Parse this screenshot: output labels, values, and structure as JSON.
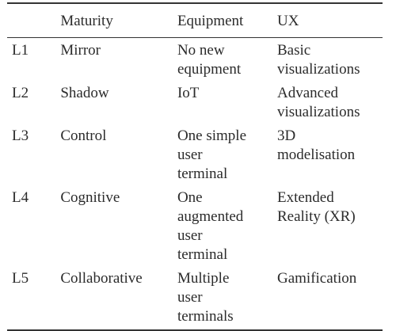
{
  "table": {
    "headers": {
      "level": "",
      "maturity": "Maturity",
      "equipment": "Equipment",
      "ux": "UX"
    },
    "rows": [
      {
        "level": "L1",
        "maturity": "Mirror",
        "equipment": [
          "No new",
          "equipment"
        ],
        "ux": [
          "Basic",
          "visualizations"
        ]
      },
      {
        "level": "L2",
        "maturity": "Shadow",
        "equipment": [
          "IoT"
        ],
        "ux": [
          "Advanced",
          "visualizations"
        ]
      },
      {
        "level": "L3",
        "maturity": "Control",
        "equipment": [
          "One simple",
          "user",
          "terminal"
        ],
        "ux": [
          "3D",
          "modelisation"
        ]
      },
      {
        "level": "L4",
        "maturity": "Cognitive",
        "equipment": [
          "One",
          "augmented",
          "user",
          "terminal"
        ],
        "ux": [
          "Extended",
          "Reality (XR)"
        ]
      },
      {
        "level": "L5",
        "maturity": "Collaborative",
        "equipment": [
          "Multiple",
          "user",
          "terminals"
        ],
        "ux": [
          "Gamification"
        ]
      }
    ]
  }
}
